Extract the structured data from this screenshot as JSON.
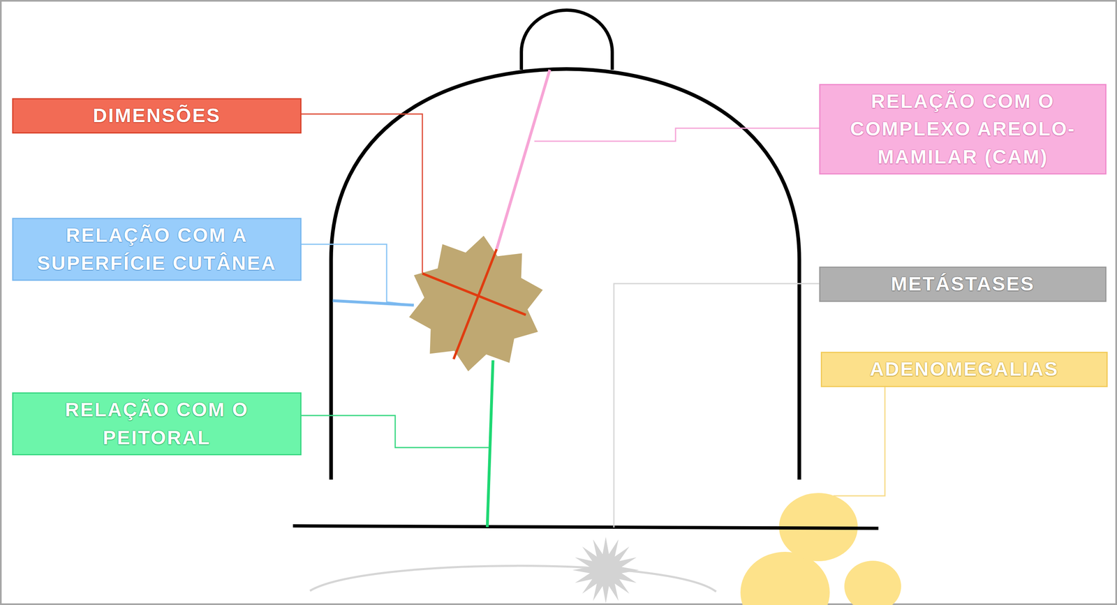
{
  "diagram": {
    "nodes": [
      {
        "text": [
          "DIMENSÕES"
        ]
      },
      {
        "text": [
          "RELAÇÃO COM O COMPLEXO AREOLO-MAMILAR (CAM)"
        ]
      },
      {
        "text": [
          "RELAÇÃO COM A SUPERFÍCIE CUTÂNEA"
        ]
      },
      {
        "text": [
          "METÁSTASES"
        ]
      },
      {
        "text": [
          "ADENOMEGALIAS"
        ]
      },
      {
        "text": [
          "RELAÇÃO COM O PEITORAL"
        ]
      }
    ]
  }
}
